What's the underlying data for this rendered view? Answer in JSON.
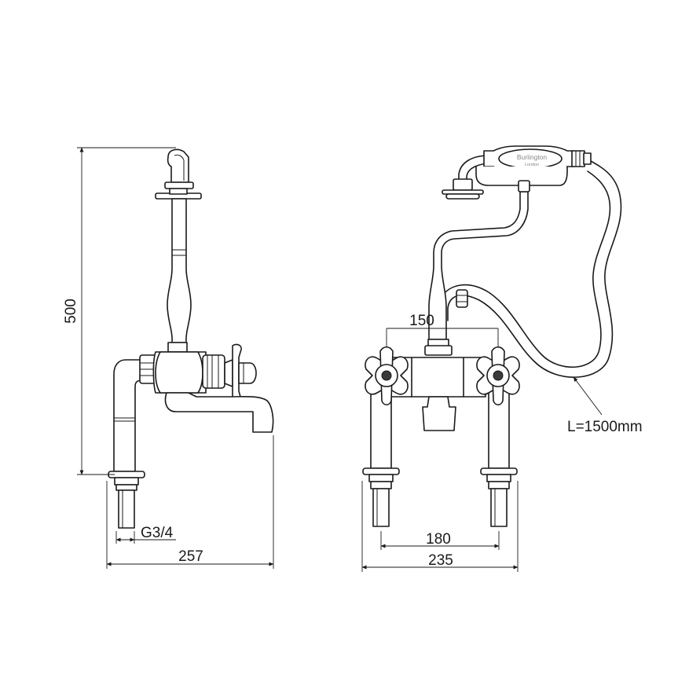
{
  "dimensions": {
    "height": "500",
    "thread": "G3/4",
    "side_width": "257",
    "centers_top": "150",
    "centers_bottom": "180",
    "front_width": "235",
    "hose_length": "L=1500mm"
  },
  "handset_logo": {
    "brand": "Burlington",
    "city": "London"
  }
}
